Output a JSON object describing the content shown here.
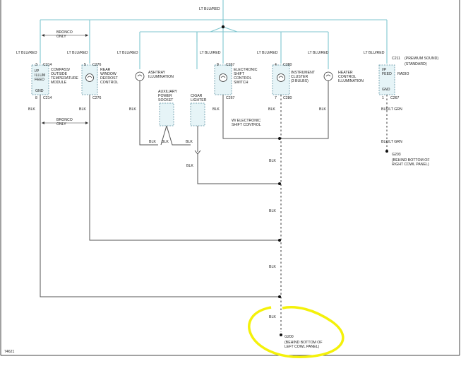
{
  "labels": {
    "lt_blu_red_top": "LT BLU/RED",
    "lt_blu_red": "LT BLU/RED",
    "bronco_only": "BRONCO\nONLY",
    "c_pin_3": "3",
    "c_pin_5": "5",
    "c_pin_8": "8",
    "c_pin_7": "7",
    "c_pin_4": "4",
    "c_pin_1": "1",
    "c214": "C214",
    "c276": "C276",
    "c267": "C267",
    "c280": "C280",
    "c211": "C211",
    "ip_illum_feed": "I/P\nILLUM\nFEED",
    "gnd": "GND",
    "compass": "COMPASS/\nOUTSIDE\nTEMPERATURE\nMODULE",
    "rear_window": "REAR\nWINDOW\nDEFROST\nCONTROL",
    "ashtray": "ASHTRAY\nILLUMINATION",
    "aux_power": "AUXILIARY\nPOWER\nSOCKET",
    "cigar": "CIGAR\nLIGHTER",
    "electronic_shift": "ELECTRONIC\nSHIFT\nCONTROL\nSWITCH",
    "instrument_cluster": "INSTRUMENT\nCLUSTER\n(3 BULBS)",
    "heater": "HEATER\nCONTROL\nILLUMINATION",
    "premium_sound": "(PREMIUM SOUND)",
    "standard": "(STANDARD)",
    "ip_feed": "I/P\nFEED",
    "radio": "RADIO",
    "blk": "BLK",
    "blk_lt_grn": "BLK/LT GRN",
    "w_electronic": "W/ ELECTRONIC\nSHIFT CONTROL",
    "g203": "G203",
    "g203_loc": "(BEHIND BOTTOM OF\nRIGHT COWL PANEL)",
    "g200": "G200",
    "g200_loc": "(BEHIND BOTTOM OF\nLEFT COWL PANEL)",
    "fig_id": "74621"
  },
  "colors": {
    "wire_lt_blu_red": "#7fc6cf",
    "wire_blk": "#555555",
    "highlight": "#f4f10a"
  }
}
